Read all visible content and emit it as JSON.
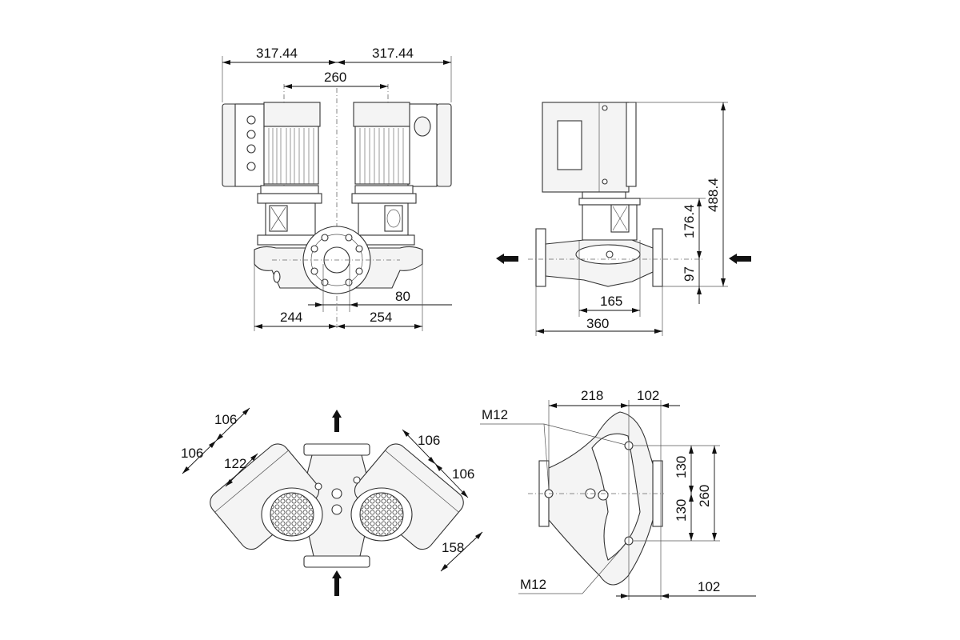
{
  "drawing": {
    "type": "dimensional drawing",
    "subject": "twin inline pump",
    "views": {
      "front": {
        "name": "front view (twin head)",
        "dimensions": {
          "left_half_width": "317.44",
          "right_half_width": "317.44",
          "motor_center_distance": "260",
          "inlet_offset": "80",
          "left_foot_distance": "244",
          "right_foot_distance": "254"
        }
      },
      "side": {
        "name": "side view",
        "dimensions": {
          "total_height": "488.4",
          "motor_flange_height": "176.4",
          "below_center_height": "97",
          "base_width": "165",
          "port_to_port": "360"
        },
        "flow_direction": "right-to-left"
      },
      "top": {
        "name": "top view",
        "dimensions": {
          "left_outer_offset": "106",
          "left_inner_offset": "106",
          "left_motor_width": "122",
          "right_upper_offset": "106",
          "right_lower_offset": "106",
          "right_depth": "158"
        },
        "flow_direction": "bottom-to-top"
      },
      "bottom": {
        "name": "bottom view (mounting holes)",
        "dimensions": {
          "hole_x_offset": "218",
          "right_offset_top": "102",
          "upper_hole_spacing": "130",
          "lower_hole_spacing": "130",
          "hole_total_spacing": "260",
          "right_offset_bottom": "102"
        },
        "thread_labels": {
          "upper": "M12",
          "lower": "M12"
        }
      }
    }
  }
}
